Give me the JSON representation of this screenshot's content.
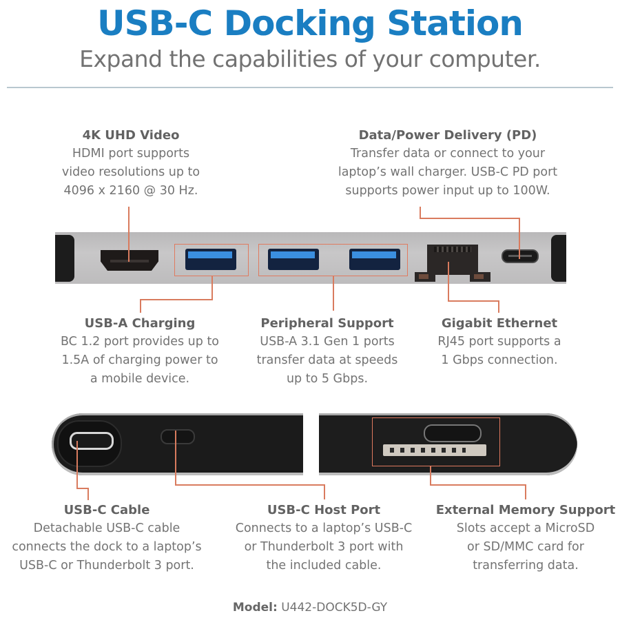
{
  "header": {
    "title": "USB-C Docking Station",
    "subtitle": "Expand the capabilities of your computer."
  },
  "colors": {
    "title_blue": "#1a7ec2",
    "text_gray": "#737373",
    "leader_orange": "#d97b5e",
    "separator": "#b8c7cf"
  },
  "callouts": {
    "video": {
      "title": "4K UHD Video",
      "lines": [
        "HDMI port supports",
        "video resolutions up to",
        "4096 x 2160 @ 30 Hz."
      ]
    },
    "power": {
      "title": "Data/Power Delivery (PD)",
      "lines": [
        "Transfer data or connect to your",
        "laptop’s wall charger. USB-C PD port",
        "supports power input up to 100W."
      ]
    },
    "charging": {
      "title": "USB-A Charging",
      "lines": [
        "BC 1.2 port provides up to",
        "1.5A of charging power to",
        "a mobile device."
      ]
    },
    "peripheral": {
      "title": "Peripheral Support",
      "lines": [
        "USB-A 3.1 Gen 1 ports",
        "transfer data at speeds",
        "up to 5 Gbps."
      ]
    },
    "ethernet": {
      "title": "Gigabit Ethernet",
      "lines": [
        "RJ45 port supports a",
        "1 Gbps connection."
      ]
    },
    "cable": {
      "title": "USB-C Cable",
      "lines": [
        "Detachable USB-C cable",
        "connects the dock to a laptop’s",
        "USB-C or Thunderbolt 3 port."
      ]
    },
    "host": {
      "title": "USB-C Host Port",
      "lines": [
        "Connects to a laptop’s USB-C",
        "or Thunderbolt 3 port with",
        "the included cable."
      ]
    },
    "memory": {
      "title": "External Memory Support",
      "lines": [
        "Slots accept a MicroSD",
        "or SD/MMC card for",
        "transferring data."
      ]
    }
  },
  "footer": {
    "model_label": "Model:",
    "model_value": "U442-DOCK5D-GY"
  }
}
